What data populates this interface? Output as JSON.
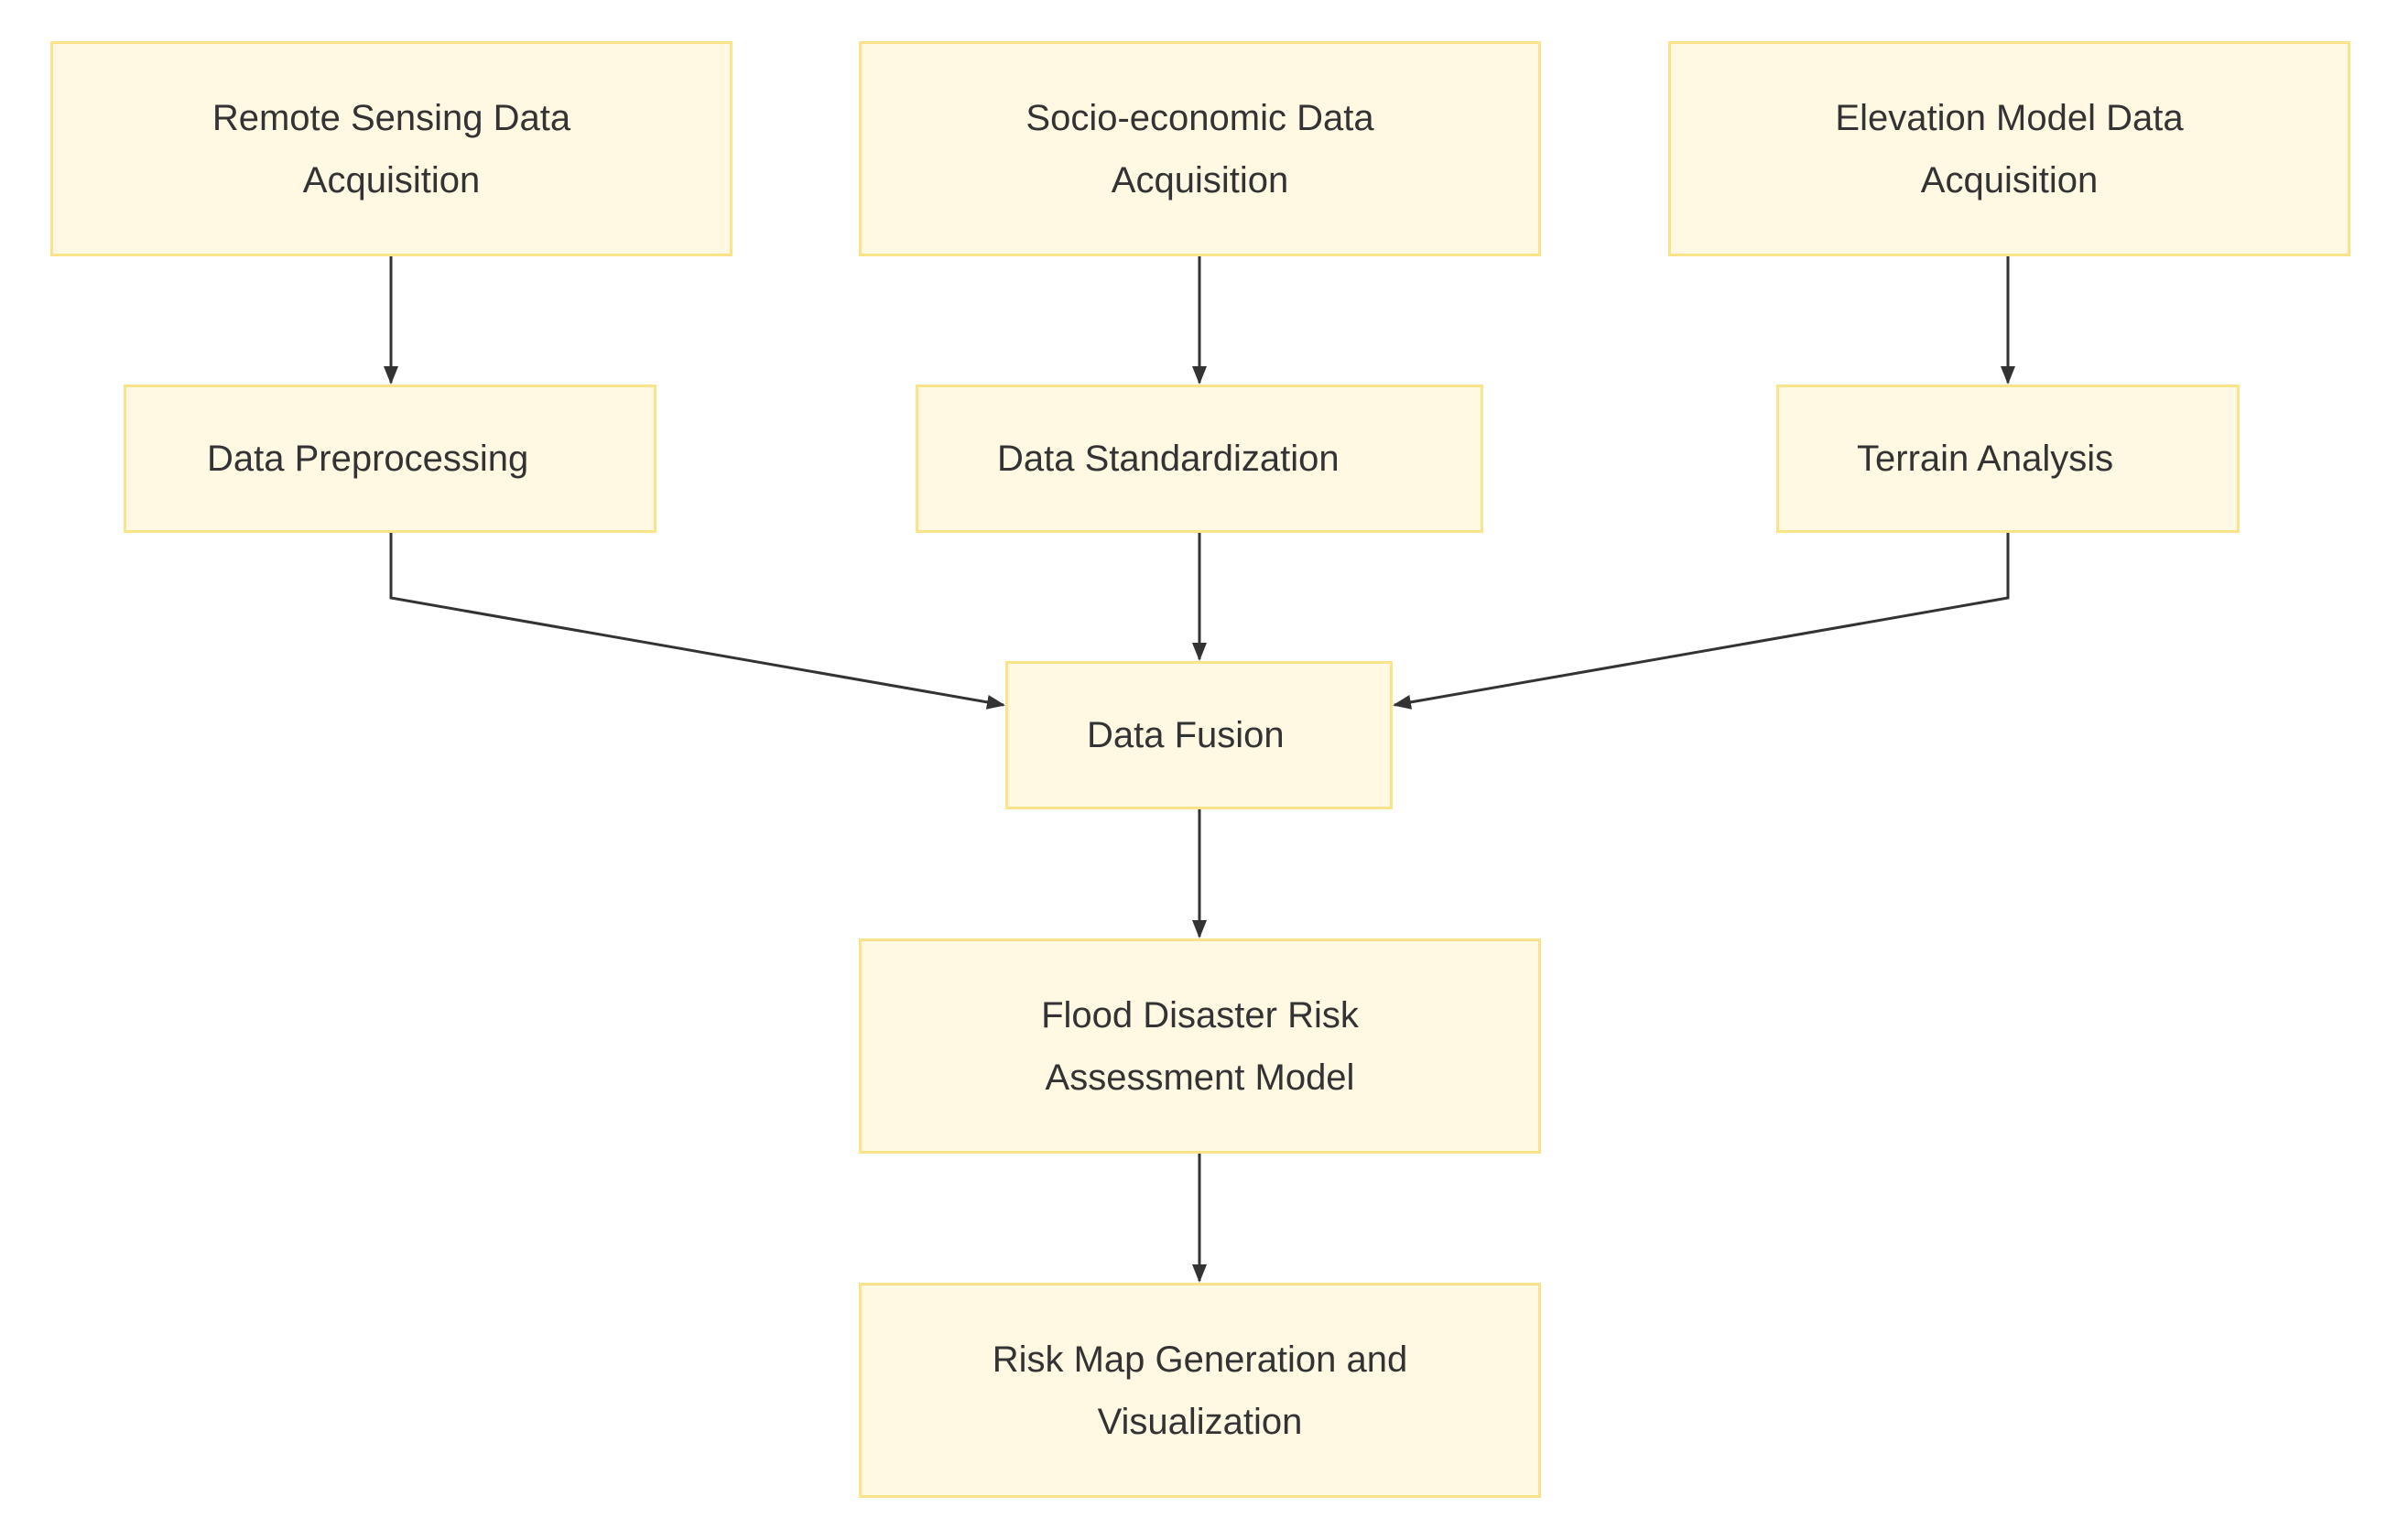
{
  "nodes": {
    "remote_sensing": "Remote Sensing Data\nAcquisition",
    "socio_economic": "Socio-economic Data\nAcquisition",
    "elevation": "Elevation Model Data\nAcquisition",
    "preprocessing": "Data Preprocessing",
    "standardization": "Data Standardization",
    "terrain": "Terrain Analysis",
    "fusion": "Data Fusion",
    "risk_model": "Flood Disaster Risk\nAssessment Model",
    "risk_map": "Risk Map Generation and\nVisualization"
  },
  "edges": [
    {
      "from": "remote_sensing",
      "to": "preprocessing"
    },
    {
      "from": "socio_economic",
      "to": "standardization"
    },
    {
      "from": "elevation",
      "to": "terrain"
    },
    {
      "from": "preprocessing",
      "to": "fusion"
    },
    {
      "from": "standardization",
      "to": "fusion"
    },
    {
      "from": "terrain",
      "to": "fusion"
    },
    {
      "from": "fusion",
      "to": "risk_model"
    },
    {
      "from": "risk_model",
      "to": "risk_map"
    }
  ],
  "colors": {
    "node_fill": "#fff8e3",
    "node_border": "#fbe38a",
    "edge": "#333333",
    "text": "#333333"
  }
}
